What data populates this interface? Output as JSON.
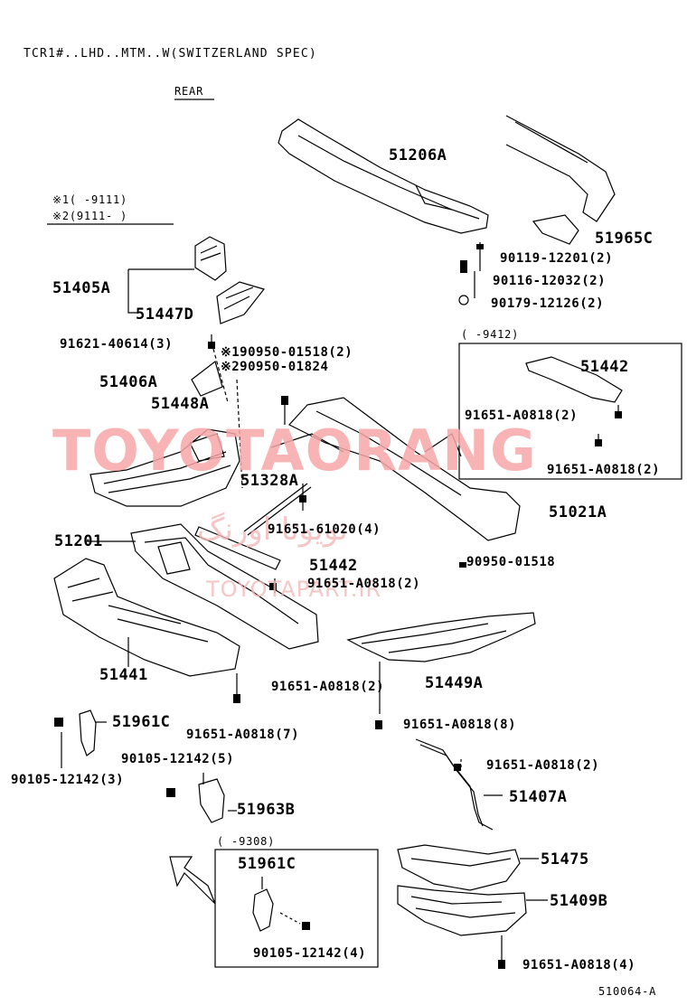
{
  "header": {
    "title": "TCR1#..LHD..MTM..W(SWITZERLAND SPEC)",
    "direction": "REAR"
  },
  "notes": {
    "note1": "※1(      -9111)",
    "note2": "※2(9111-      )"
  },
  "boxes": {
    "upper_range": "(      -9412)",
    "lower_range": "(      -9308)"
  },
  "labels": {
    "p51206A": "51206A",
    "p51965C": "51965C",
    "b90119": "90119-12201(2)",
    "b90116": "90116-12032(2)",
    "b90179": "90179-12126(2)",
    "p51405A": "51405A",
    "p51447D": "51447D",
    "b91621": "91621-40614(3)",
    "b90950a": "※190950-01518(2)",
    "b90950b": "※290950-01824",
    "p51406A": "51406A",
    "p51448A": "51448A",
    "p51442_box": "51442",
    "b91651_box1": "91651-A0818(2)",
    "b91651_box2": "91651-A0818(2)",
    "p51328A": "51328A",
    "p51021A": "51021A",
    "b91651_61020": "91651-61020(4)",
    "p51201": "51201",
    "p51442": "51442",
    "b90950c": "90950-01518",
    "b91651_c": "91651-A0818(2)",
    "p51441": "51441",
    "b91651_d": "91651-A0818(2)",
    "p51449A": "51449A",
    "p51961C_a": "51961C",
    "b91651_e": "91651-A0818(7)",
    "b91651_f": "91651-A0818(8)",
    "b90105_a": "90105-12142(5)",
    "b90105_b": "90105-12142(3)",
    "b91651_g": "91651-A0818(2)",
    "p51963B": "51963B",
    "p51407A": "51407A",
    "p51961C_b": "51961C",
    "p51475": "51475",
    "p51409B": "51409B",
    "b90105_c": "90105-12142(4)",
    "b91651_h": "91651-A0818(4)",
    "ref": "510064-A"
  },
  "watermark": {
    "main": "TOYOTAORANG",
    "fa": "تویوتا اورنگ",
    "url": "TOYOTAPART.IR"
  },
  "colors": {
    "ink": "#000000",
    "watermark": "#f7a8a8"
  }
}
